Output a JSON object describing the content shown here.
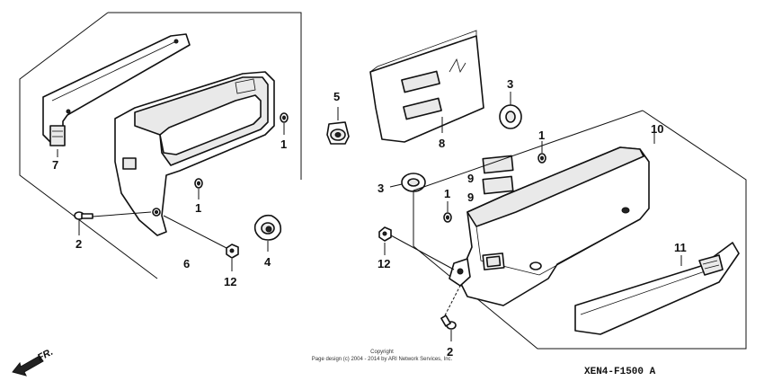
{
  "callouts": {
    "c1a": "1",
    "c1b": "1",
    "c1c": "1",
    "c1d": "1",
    "c2a": "2",
    "c2b": "2",
    "c3a": "3",
    "c3b": "3",
    "c4": "4",
    "c5": "5",
    "c6": "6",
    "c7": "7",
    "c8": "8",
    "c9a": "9",
    "c9b": "9",
    "c10": "10",
    "c11": "11",
    "c12a": "12",
    "c12b": "12"
  },
  "copyright": {
    "line1": "Copyright",
    "line2": "Page design (c) 2004 - 2014 by ARI Network Services, Inc."
  },
  "front_label": "FR.",
  "diagram_code": "XEN4-F1500 A",
  "icons": {
    "front_arrow": "front-direction-arrow-icon"
  }
}
